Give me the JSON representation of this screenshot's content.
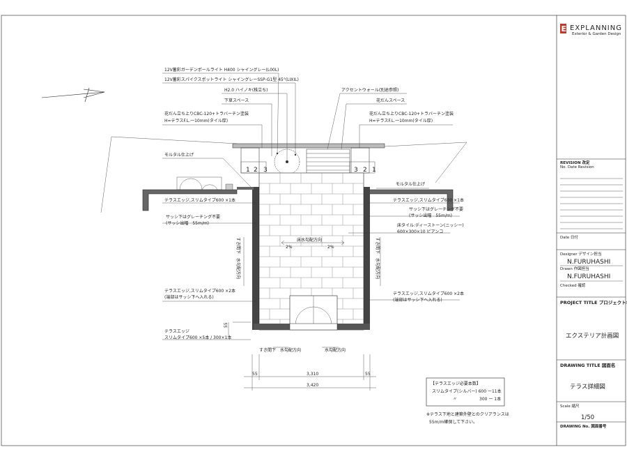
{
  "logo": {
    "mark": "E",
    "name": "EXPLANNING",
    "tagline": "Exterior & Garden Design"
  },
  "title_block": {
    "revision_label": "REVISION 改定",
    "revision_sub": "No. Date Revision",
    "date_label": "Date 日付",
    "designer_label": "Designer デザイン担当",
    "designer_name": "N.FURUHASHI",
    "drawn_label": "Drawn 作図担当",
    "drawn_name": "N.FURUHASHI",
    "checked_label": "Checked 確認",
    "project_title_label": "PROJECT TITLE プロジェクト名",
    "project_title": "エクステリア計画図",
    "drawing_title_label": "DRAWING TITLE 図面名",
    "drawing_title": "テラス詳細図",
    "scale_label": "Scale 縮尺",
    "scale": "1/50",
    "drawing_no_label": "DRAWING No. 図面番号"
  },
  "labels": {
    "light_pole": "12V蓄彩ガーデンポールライト H400 シャイングレー(L00L)",
    "spike_light": "12V蓄彩スパイクスポットライト シャイングレーSSP-G1型 45°(LIXIL)",
    "tree": "H2.0 ハイノキ(株立ち)",
    "lower_space": "下草スペース",
    "accent_wall": "アクセントウォール(別途参照)",
    "flowerbed_space": "花だんスペース",
    "raised_bed_left_1": "花だん立ち上りCBC-120+トラバーチン塗装",
    "raised_bed_left_2": "H=テラスF.L.一10mm(タイル厚)",
    "raised_bed_right_1": "花だん立ち上りCBC-120+トラバーチン塗装",
    "raised_bed_right_2": "H=テラスF.L.一10mm(タイル厚)",
    "mortar_left": "モルタル仕上げ",
    "mortar_right": "モルタル仕上げ",
    "edge_left_top": "テラスエッジ,スリムタイプ600 ×1本",
    "edge_right_top": "テラスエッジ,スリムタイプ600 ×1本",
    "sash_left_1": "サッシ下はグレーチング不要",
    "sash_left_2": "(サッシ出幅　55m/m)",
    "sash_right_1": "サッシ下はグレーチング不要",
    "sash_right_2": "(サッシ出幅　55m/m)",
    "floor_tile_1": "床タイル:ディーストーン(ニッシー)",
    "floor_tile_2": "600×300×10 ピアンコ",
    "slope_center": "床水勾配方向",
    "slope_pct_left": "2%",
    "slope_pct_right": "2%",
    "edge_left_bottom_1": "テラスエッジ,スリムタイプ600 ×2本",
    "edge_left_bottom_2": "(端部はサッシ下へ入れる)",
    "edge_right_bottom_1": "テラスエッジ,スリムタイプ600 ×2本",
    "edge_right_bottom_2": "(端部はサッシ下へ入れる)",
    "edge_front_1": "テラスエッジ",
    "edge_front_2": "スリムタイプ600 ×5本 / 300×1本",
    "side_text_left": "すき間下　水勾配方向",
    "side_text_right": "すき間下　水勾配方向",
    "bottom_text_left": "すき間下　水勾配方向",
    "bottom_text_right": "水勾配方向",
    "num_1": "1",
    "num_2": "2",
    "num_3": "3",
    "dim_55_left": "55",
    "dim_55_right": "55",
    "dim_3310": "3,310",
    "dim_3420": "3,420",
    "dim_55_side": "55"
  },
  "note_box": {
    "title": "【テラスエッジ必要本数】",
    "line1": "スリムタイプ(シルバー) 600 ー11本",
    "line2_mark": "〃",
    "line2": "300 ー 1本"
  },
  "footnote": {
    "line1": "※テラス下地と建築外壁とのクリアランスは",
    "line2": "55m/m確保して下さい。"
  }
}
